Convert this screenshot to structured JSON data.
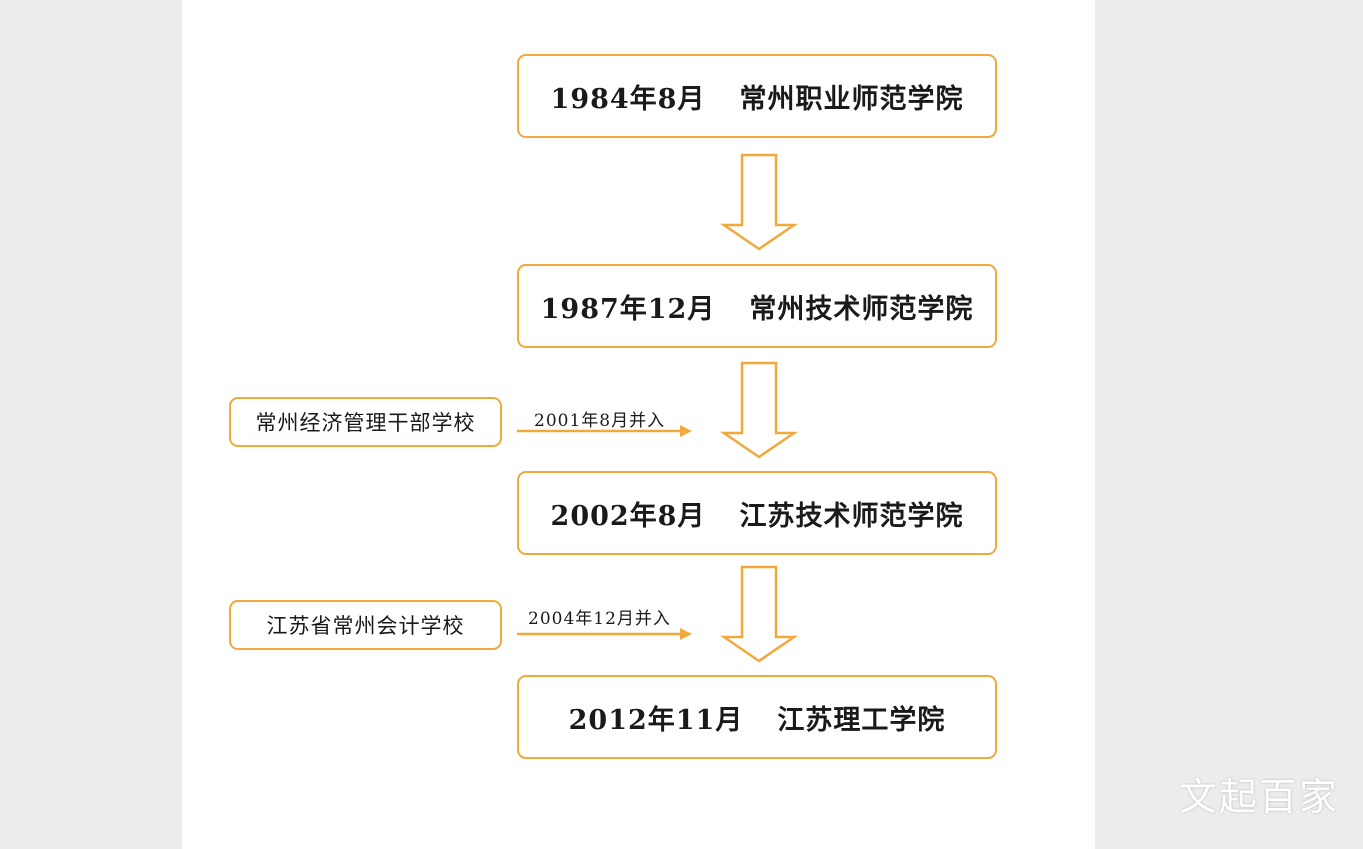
{
  "stages": [
    {
      "date": "1984年8月",
      "name": "常州职业师范学院"
    },
    {
      "date": "1987年12月",
      "name": "常州技术师范学院"
    },
    {
      "date": "2002年8月",
      "name": "江苏技术师范学院"
    },
    {
      "date": "2012年11月",
      "name": "江苏理工学院"
    }
  ],
  "mergers": [
    {
      "school": "常州经济管理干部学校",
      "label": "2001年8月并入"
    },
    {
      "school": "江苏省常州会计学校",
      "label": "2004年12月并入"
    }
  ],
  "watermark": "文起百家",
  "colors": {
    "accent": "#f2a93b",
    "text": "#1a1a1a",
    "background": "#ececec",
    "canvas": "#ffffff"
  }
}
